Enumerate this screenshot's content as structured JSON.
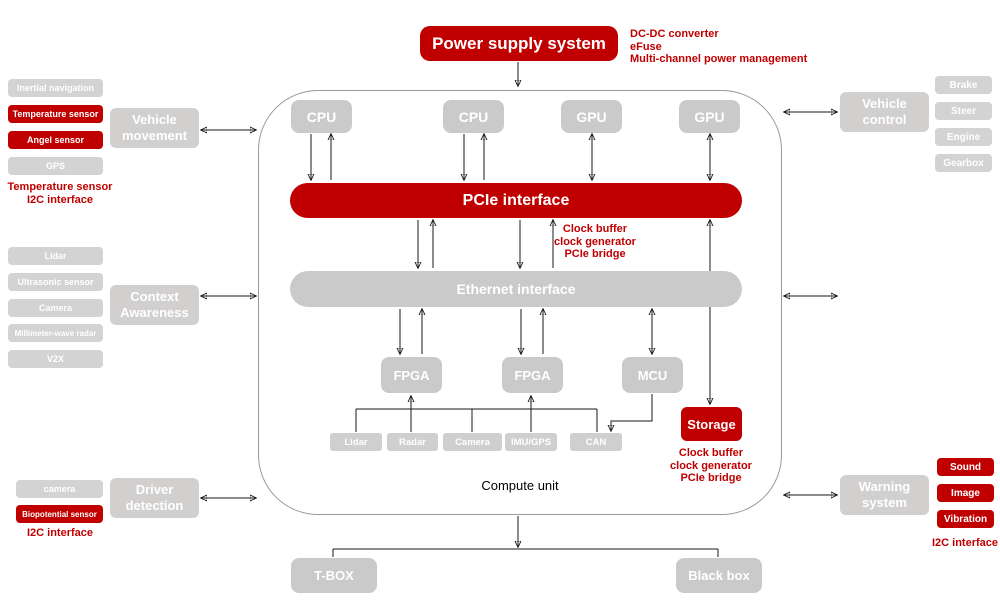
{
  "colors": {
    "accent_red": "#C00000",
    "box_gray": "#CACACA",
    "item_gray": "#D3D3D3"
  },
  "power_supply": {
    "label": "Power supply system",
    "notes": [
      "DC-DC converter",
      "eFuse",
      "Multi-channel power management"
    ]
  },
  "compute_unit": {
    "label": "Compute unit",
    "processors": [
      "CPU",
      "CPU",
      "GPU",
      "GPU"
    ],
    "pcie": {
      "label": "PCIe interface",
      "notes": [
        "Clock buffer",
        "clock generator",
        "PCIe bridge"
      ]
    },
    "ethernet": {
      "label": "Ethernet interface"
    },
    "controllers": [
      "FPGA",
      "FPGA",
      "MCU"
    ],
    "peripherals": [
      "Lidar",
      "Radar",
      "Camera",
      "IMU/GPS",
      "CAN"
    ],
    "storage": {
      "label": "Storage",
      "notes": [
        "Clock buffer",
        "clock generator",
        "PCIe bridge"
      ]
    }
  },
  "left_groups": [
    {
      "title": "Vehicle movement",
      "items": [
        "Inertial navigation",
        "Temperature sensor",
        "Angel sensor",
        "GPS"
      ],
      "notes": [
        "Temperature sensor",
        "I2C interface"
      ]
    },
    {
      "title": "Context Awareness",
      "items": [
        "Lidar",
        "Ultrasonic sensor",
        "Camera",
        "Millimeter-wave radar",
        "V2X"
      ]
    },
    {
      "title": "Driver detection",
      "items": [
        "camera",
        "Biopotential sensor"
      ],
      "notes": [
        "I2C interface"
      ]
    }
  ],
  "right_groups": [
    {
      "title": "Vehicle control",
      "items": [
        "Brake",
        "Steer",
        "Engine",
        "Gearbox"
      ]
    },
    {
      "title": "Warning system",
      "items": [
        "Sound",
        "Image",
        "Vibration"
      ],
      "notes": [
        "I2C interface"
      ]
    }
  ],
  "bottom": {
    "tbox": "T-BOX",
    "blackbox": "Black box"
  }
}
